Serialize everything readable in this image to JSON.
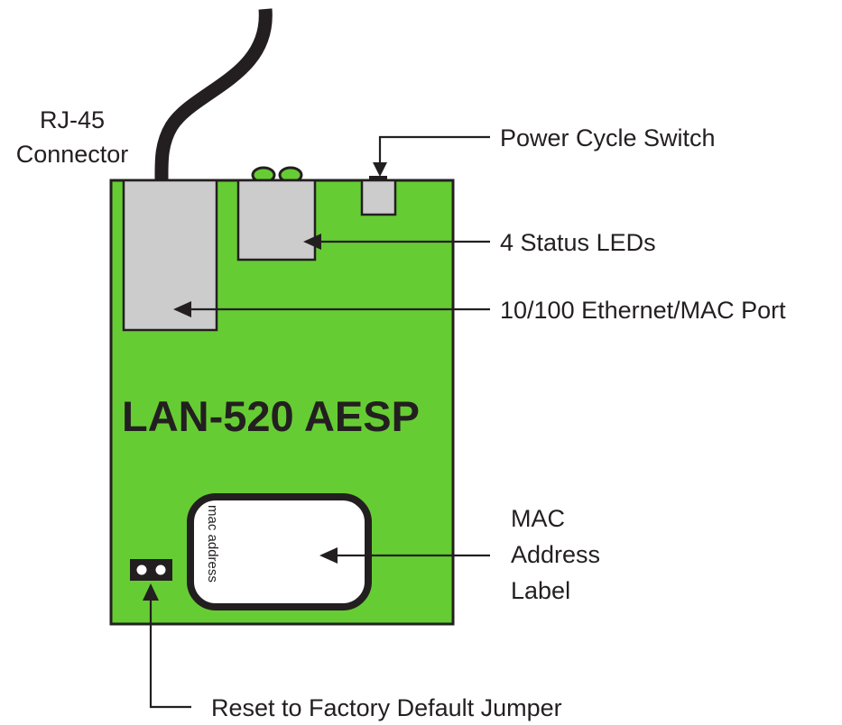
{
  "board": {
    "name": "LAN-520 AESP",
    "color": "#66cc33",
    "label_text": "mac address"
  },
  "callouts": {
    "rj45_line1": "RJ-45",
    "rj45_line2": "Connector",
    "power_switch": "Power Cycle Switch",
    "status_leds": "4 Status LEDs",
    "ethernet_port": "10/100 Ethernet/MAC Port",
    "mac_label_line1": "MAC",
    "mac_label_line2": "Address",
    "mac_label_line3": "Label",
    "reset_jumper": "Reset to Factory Default Jumper"
  },
  "colors": {
    "ink": "#231f20",
    "port_gray": "#cccccc",
    "led_green": "#66cc33"
  }
}
